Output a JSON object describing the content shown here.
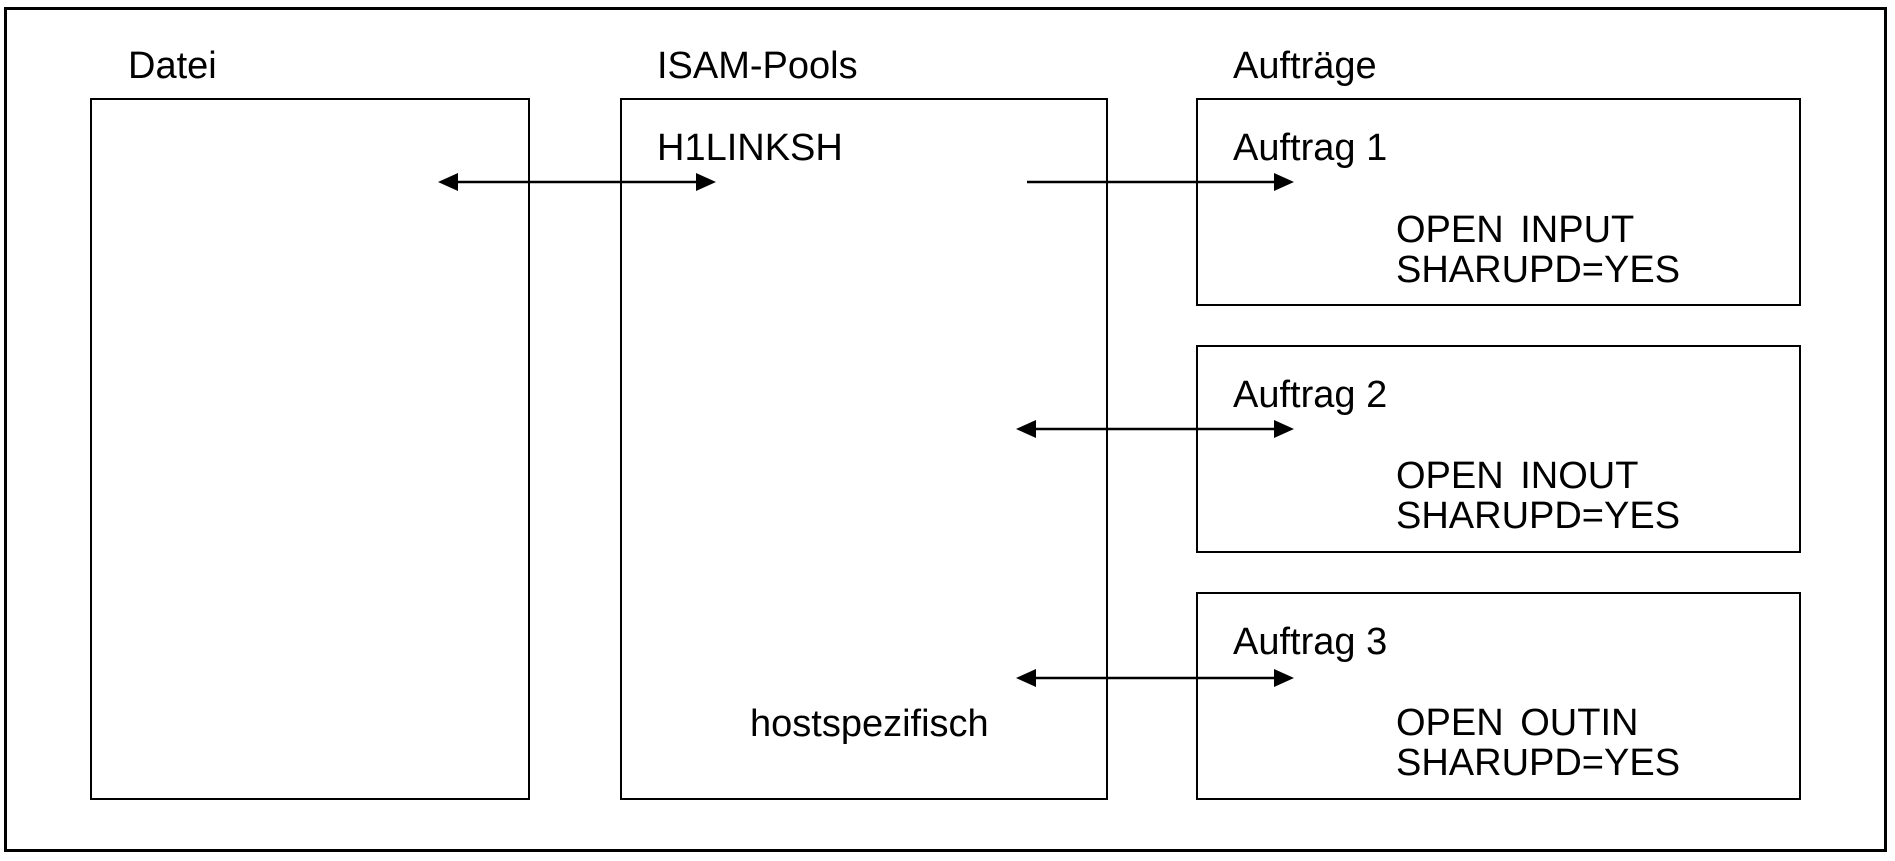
{
  "headings": {
    "file": "Datei",
    "pools": "ISAM-Pools",
    "jobs": "Aufträge"
  },
  "pool": {
    "name": "H1LINKSH",
    "scope": "hostspezifisch"
  },
  "jobs": [
    {
      "label": "Auftrag 1",
      "open": "OPEN INPUT",
      "sharupd": "SHARUPD=YES"
    },
    {
      "label": "Auftrag 2",
      "open": "OPEN INOUT",
      "sharupd": "SHARUPD=YES"
    },
    {
      "label": "Auftrag 3",
      "open": "OPEN OUTIN",
      "sharupd": "SHARUPD=YES"
    }
  ]
}
